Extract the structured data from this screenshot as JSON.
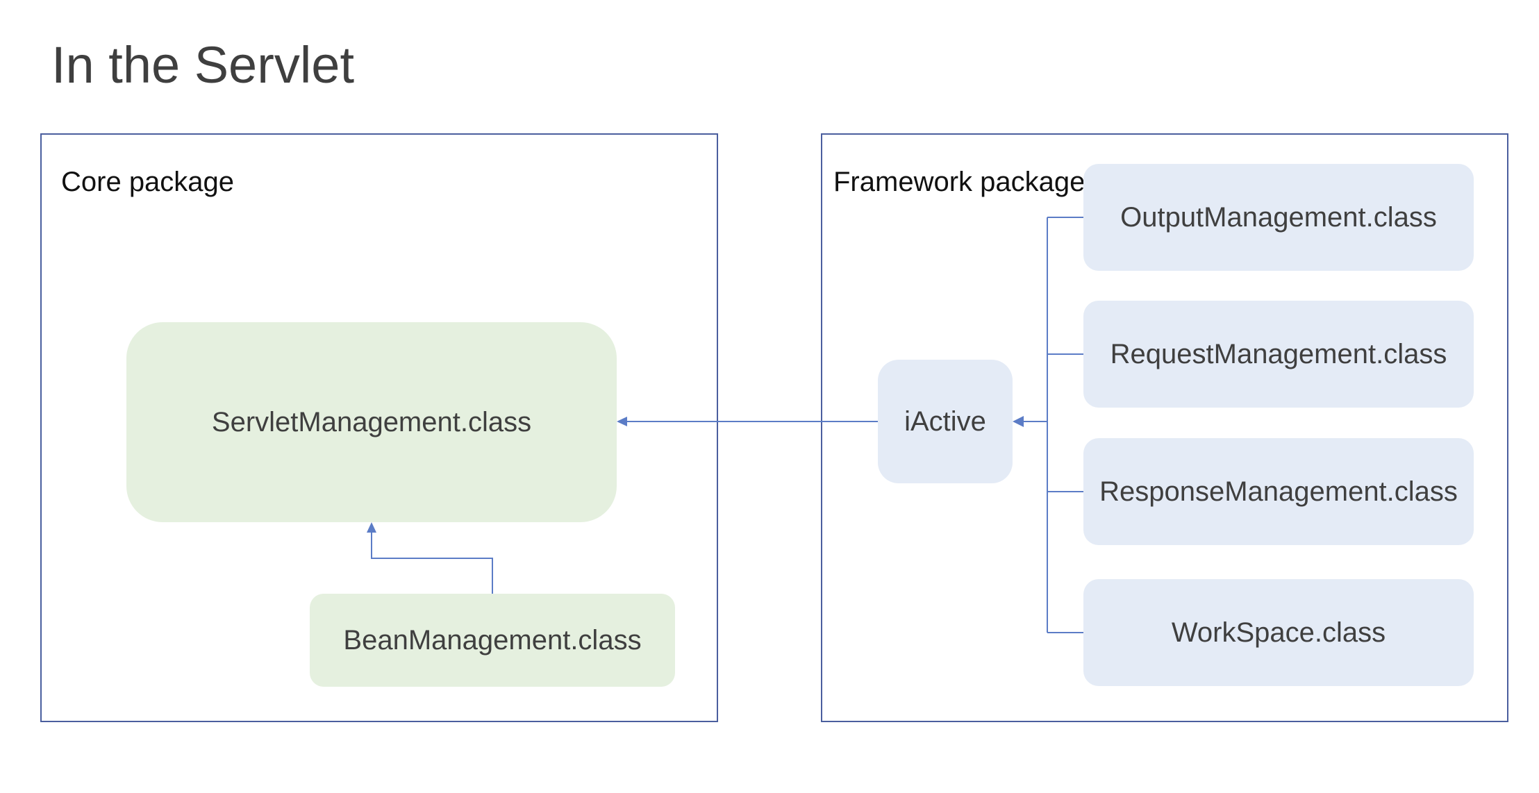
{
  "slide": {
    "title": "In the Servlet"
  },
  "core_package": {
    "label": "Core package",
    "servlet_management": "ServletManagement.class",
    "bean_management": "BeanManagement.class"
  },
  "framework_package": {
    "label": "Framework package",
    "iactive": "iActive",
    "classes": [
      "OutputManagement.class",
      "RequestManagement.class",
      "ResponseManagement.class",
      "WorkSpace.class"
    ]
  },
  "colors": {
    "border": "#4a5e9e",
    "connector": "#5b7cc6",
    "core_fill": "#e5f0df",
    "framework_fill": "#e4ebf6",
    "text": "#3f3f3f"
  }
}
